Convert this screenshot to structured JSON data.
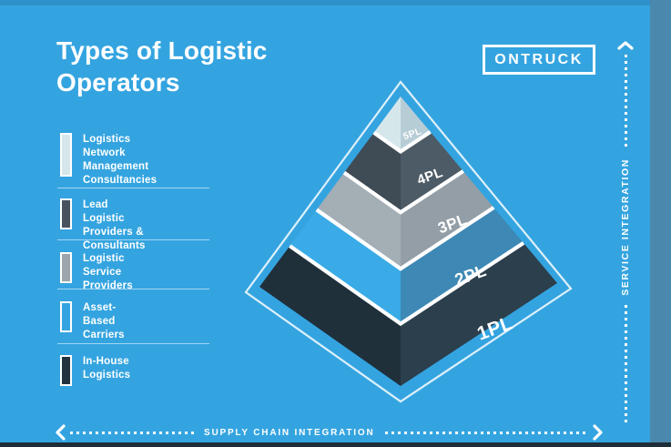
{
  "title": {
    "line1": "Types of Logistic",
    "line2": "Operators"
  },
  "brand": {
    "label": "ONTRUCK"
  },
  "legend": {
    "items": [
      {
        "label_lines": [
          "Logistics Network",
          "Management",
          "Consultancies"
        ],
        "swatch_color": "#d6e7ec"
      },
      {
        "label_lines": [
          "Lead Logistic",
          "Providers & Consultants"
        ],
        "swatch_color": "#47545e"
      },
      {
        "label_lines": [
          "Logistic Service",
          "Providers"
        ],
        "swatch_color": "#9aa5ac"
      },
      {
        "label_lines": [
          "Asset-Based",
          "Carriers"
        ],
        "swatch_color": "transparent"
      },
      {
        "label_lines": [
          "In-House",
          "Logistics"
        ],
        "swatch_color": "#233440"
      }
    ]
  },
  "pyramid": {
    "tiers": [
      {
        "label": "5PL",
        "left_color": "#d6e7ec",
        "right_color": "#b7cdd6"
      },
      {
        "label": "4PL",
        "left_color": "#3f4b55",
        "right_color": "#4d5b66"
      },
      {
        "label": "3PL",
        "left_color": "#a3aeb5",
        "right_color": "#939ea6"
      },
      {
        "label": "2PL",
        "left_color": "#3aabe6",
        "right_color": "#3d88b4"
      },
      {
        "label": "1PL",
        "left_color": "#1f303b",
        "right_color": "#2c3f4c"
      }
    ],
    "outline_color": "#ddf0fb",
    "gap_color": "#ffffff"
  },
  "axes": {
    "horizontal": {
      "label": "SUPPLY CHAIN INTEGRATION"
    },
    "vertical": {
      "label": "SERVICE INTEGRATION"
    }
  },
  "colors": {
    "background": "#34a4e0",
    "top_edge": "#2e91c9",
    "right_edge": "#4b88ad",
    "bottom_edge": "#1e2d38",
    "text": "#ffffff"
  }
}
